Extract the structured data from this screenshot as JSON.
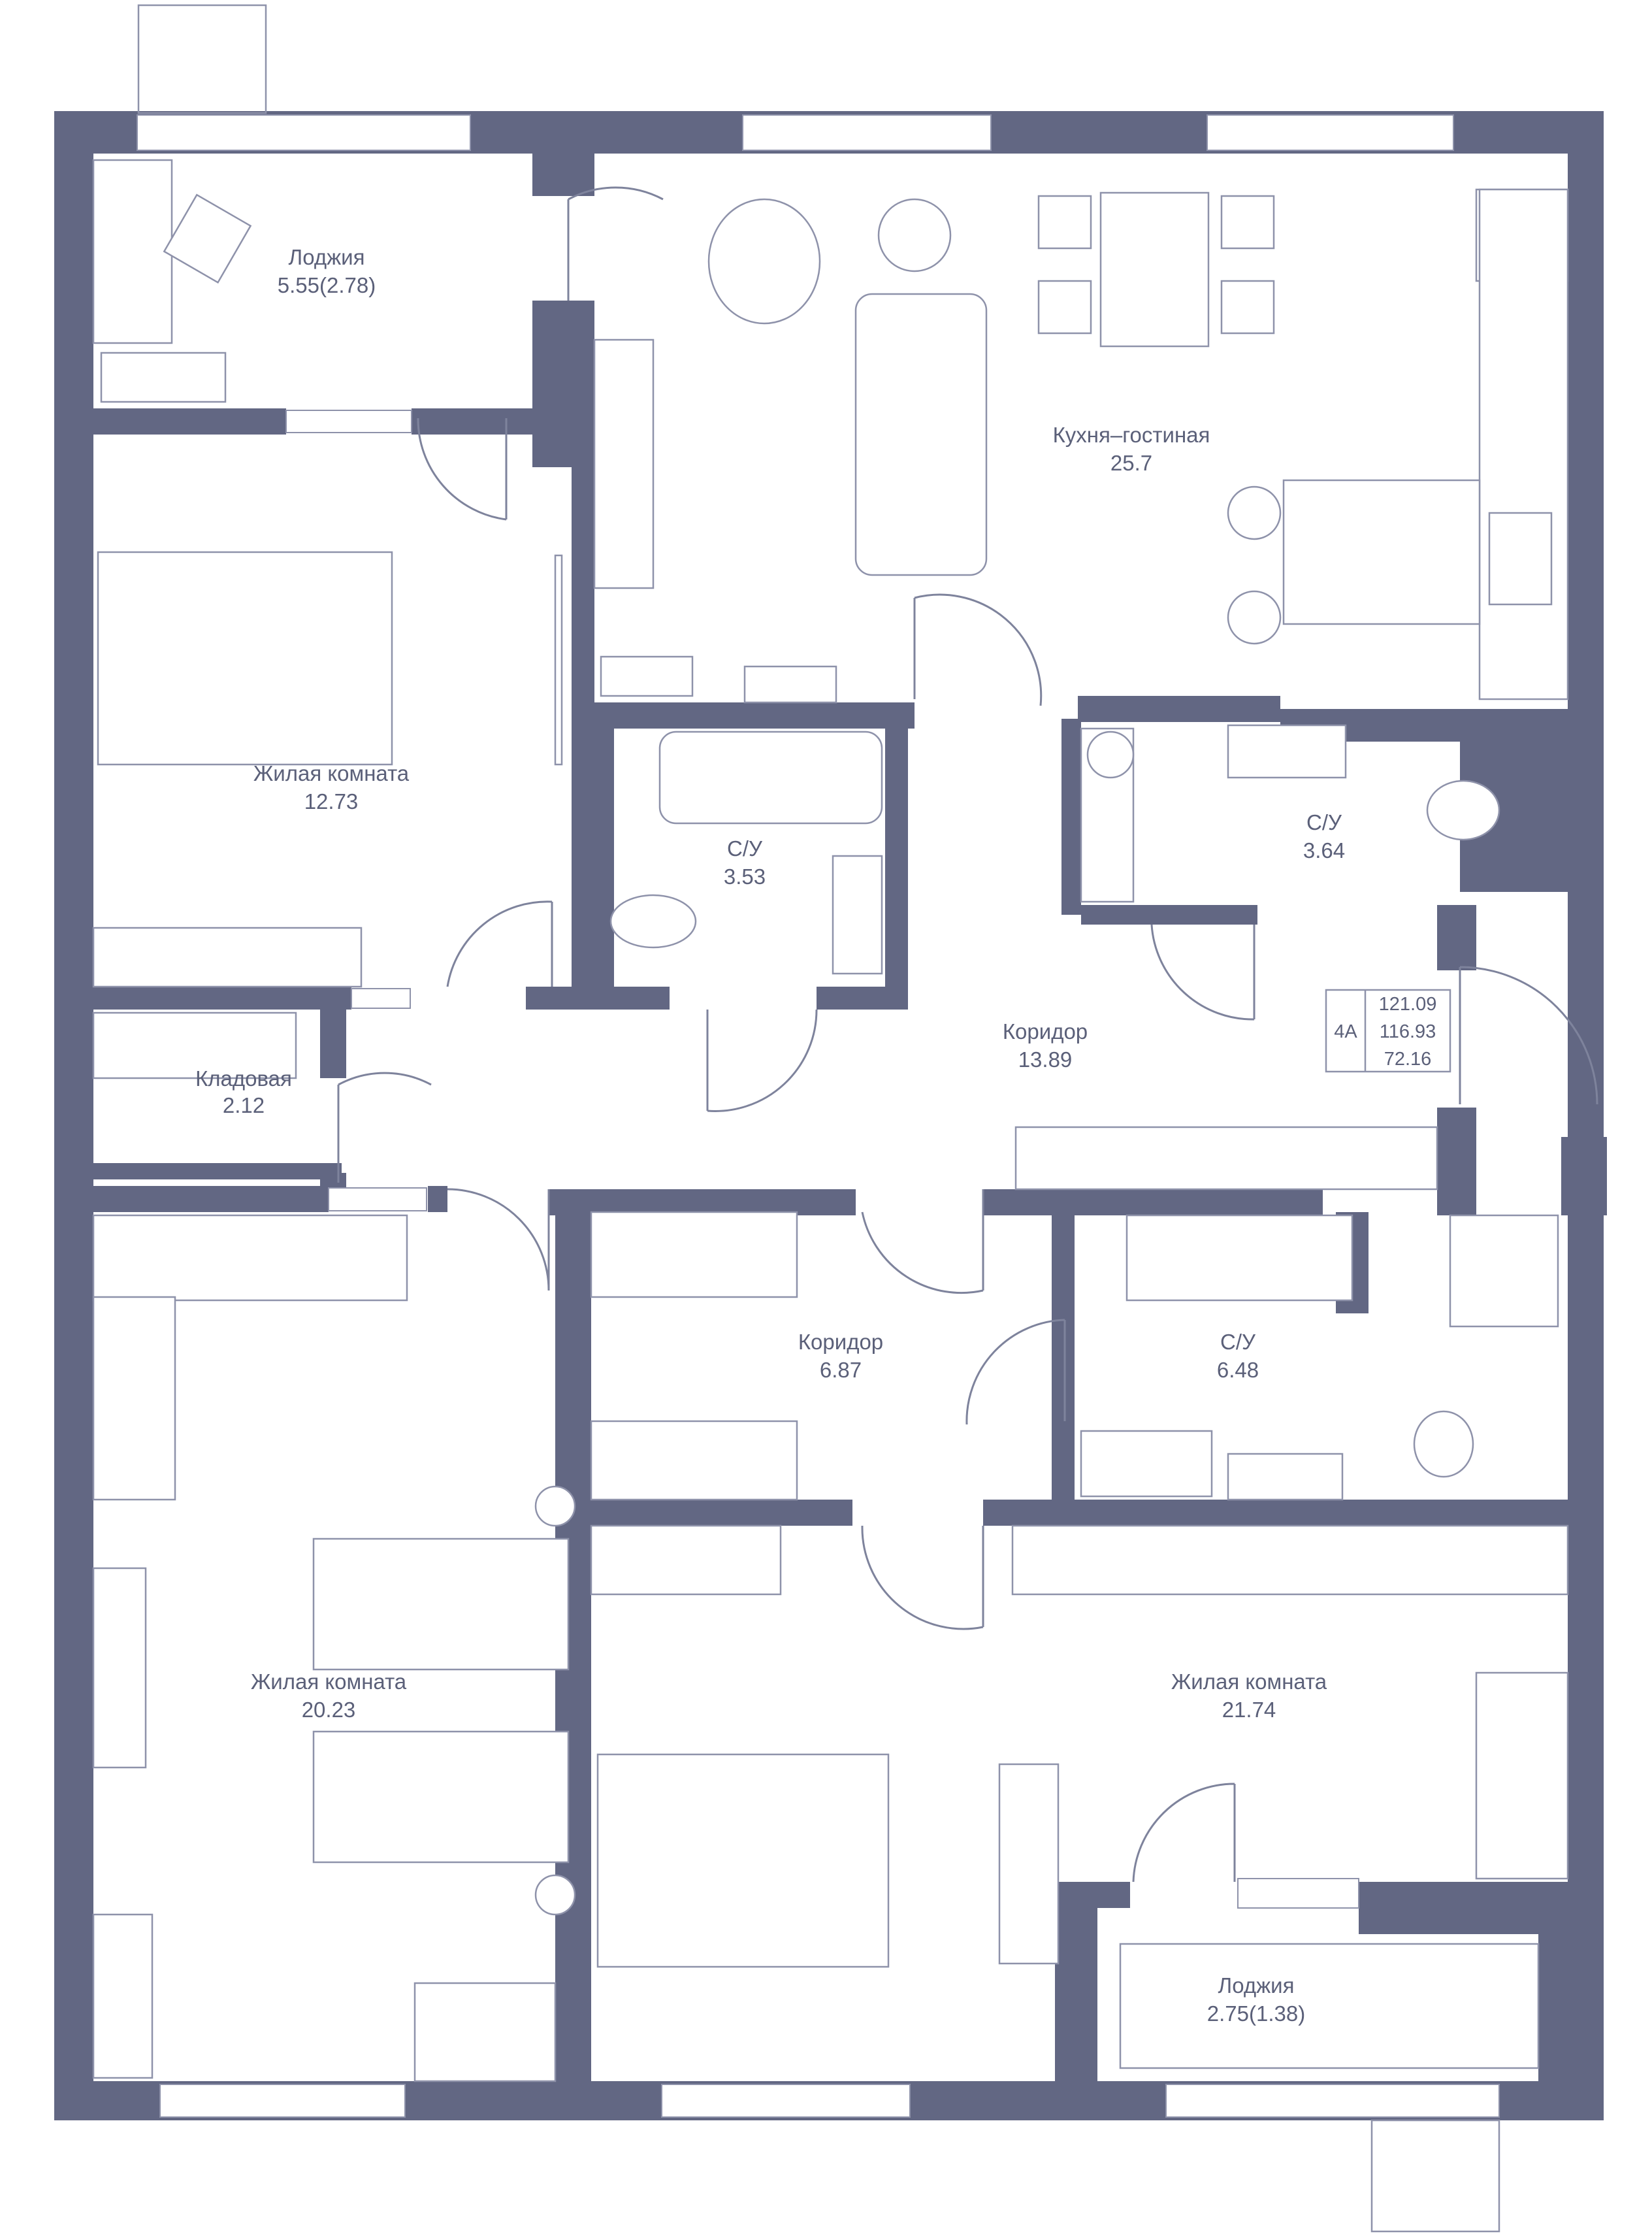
{
  "plan": {
    "apartment_type": "4А",
    "areas": [
      "121.09",
      "116.93",
      "72.16"
    ],
    "rooms": [
      {
        "id": "loggia-1",
        "name": "Лоджия",
        "area": "5.55(2.78)"
      },
      {
        "id": "kitchen-living",
        "name": "Кухня–гостиная",
        "area": "25.7"
      },
      {
        "id": "living-room-1",
        "name": "Жилая комната",
        "area": "12.73"
      },
      {
        "id": "bathroom-1",
        "name": "С/У",
        "area": "3.53"
      },
      {
        "id": "bathroom-2",
        "name": "С/У",
        "area": "3.64"
      },
      {
        "id": "corridor-1",
        "name": "Коридор",
        "area": "13.89"
      },
      {
        "id": "storage",
        "name": "Кладовая",
        "area": "2.12"
      },
      {
        "id": "corridor-2",
        "name": "Коридор",
        "area": "6.87"
      },
      {
        "id": "bathroom-3",
        "name": "С/У",
        "area": "6.48"
      },
      {
        "id": "living-room-2",
        "name": "Жилая комната",
        "area": "20.23"
      },
      {
        "id": "living-room-3",
        "name": "Жилая комната",
        "area": "21.74"
      },
      {
        "id": "loggia-2",
        "name": "Лоджия",
        "area": "2.75(1.38)"
      }
    ],
    "colors": {
      "wall": "#626783",
      "line": "#8e92aa",
      "text": "#5b6079",
      "background": "#ffffff"
    }
  }
}
